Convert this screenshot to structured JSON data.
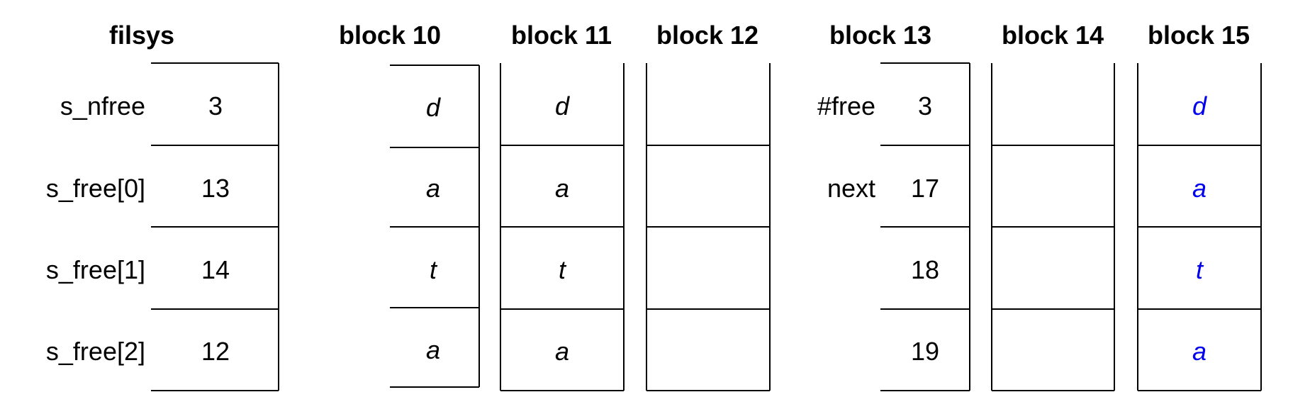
{
  "filsys": {
    "title": "filsys",
    "rows": [
      {
        "label": "s_nfree",
        "value": "3"
      },
      {
        "label": "s_free[0]",
        "value": "13"
      },
      {
        "label": "s_free[1]",
        "value": "14"
      },
      {
        "label": "s_free[2]",
        "value": "12"
      }
    ]
  },
  "blocks": [
    {
      "title": "block 10",
      "cells": [
        "d",
        "a",
        "t",
        "a"
      ],
      "color": "#000000"
    },
    {
      "title": "block 11",
      "cells": [
        "d",
        "a",
        "t",
        "a"
      ],
      "color": "#000000"
    },
    {
      "title": "block 12",
      "cells": [
        "",
        "",
        "",
        ""
      ],
      "color": "#000000"
    },
    {
      "title": "block 13",
      "labels": [
        "#free",
        "next",
        "",
        ""
      ],
      "cells": [
        "3",
        "17",
        "18",
        "19"
      ],
      "color": "#000000"
    },
    {
      "title": "block 14",
      "cells": [
        "",
        "",
        "",
        ""
      ],
      "color": "#000000"
    },
    {
      "title": "block 15",
      "cells": [
        "d",
        "a",
        "t",
        "a"
      ],
      "color": "#0000ee"
    }
  ]
}
